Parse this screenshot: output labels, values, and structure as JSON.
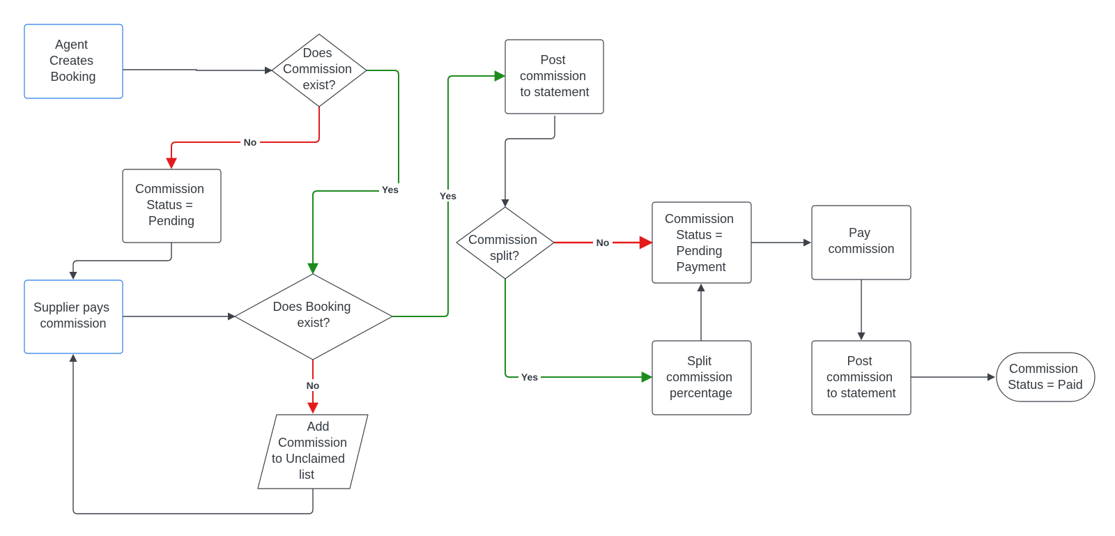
{
  "colors": {
    "stroke": "#3d424a",
    "start_border": "#2b7de9",
    "no_path": "#e31b1b",
    "yes_path": "#1e8a1e",
    "text": "#333a40"
  },
  "nodes": {
    "agent_creates_booking": {
      "lines": [
        "Agent",
        "Creates",
        "Booking"
      ]
    },
    "does_commission_exist": {
      "lines": [
        "Does",
        "Commission",
        "exist?"
      ]
    },
    "commission_status_pending": {
      "lines": [
        "Commission",
        "Status =",
        "Pending"
      ]
    },
    "supplier_pays_commission": {
      "lines": [
        "Supplier pays",
        "commission"
      ]
    },
    "does_booking_exist": {
      "lines": [
        "Does Booking",
        "exist?"
      ]
    },
    "add_to_unclaimed": {
      "lines": [
        "Add",
        "Commission",
        "to Unclaimed",
        "list"
      ]
    },
    "post_to_statement_1": {
      "lines": [
        "Post",
        "commission",
        "to statement"
      ]
    },
    "commission_split": {
      "lines": [
        "Commission",
        "split?"
      ]
    },
    "status_pending_payment": {
      "lines": [
        "Commission",
        "Status =",
        "Pending",
        "Payment"
      ]
    },
    "split_percentage": {
      "lines": [
        "Split",
        "commission",
        "percentage"
      ]
    },
    "pay_commission": {
      "lines": [
        "Pay",
        "commission"
      ]
    },
    "post_to_statement_2": {
      "lines": [
        "Post",
        "commission",
        "to statement"
      ]
    },
    "status_paid": {
      "lines": [
        "Commission",
        "Status = Paid"
      ]
    }
  },
  "edges": {
    "commission_exist_no": "No",
    "commission_exist_yes": "Yes",
    "booking_exist_yes": "Yes",
    "booking_exist_no": "No",
    "split_no": "No",
    "split_yes": "Yes"
  }
}
